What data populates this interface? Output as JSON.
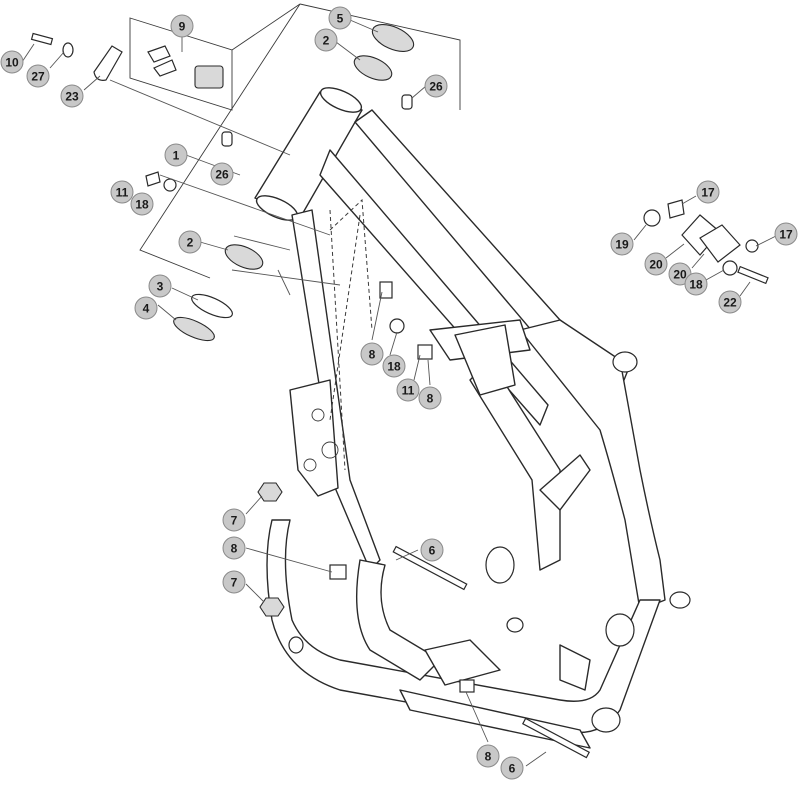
{
  "callouts": [
    {
      "id": "c9a",
      "label": "9"
    },
    {
      "id": "c5",
      "label": "5"
    },
    {
      "id": "c2a",
      "label": "2"
    },
    {
      "id": "c26a",
      "label": "26"
    },
    {
      "id": "c10",
      "label": "10"
    },
    {
      "id": "c27",
      "label": "27"
    },
    {
      "id": "c23",
      "label": "23"
    },
    {
      "id": "c1",
      "label": "1"
    },
    {
      "id": "c26b",
      "label": "26"
    },
    {
      "id": "c11a",
      "label": "11"
    },
    {
      "id": "c18a",
      "label": "18"
    },
    {
      "id": "c2b",
      "label": "2"
    },
    {
      "id": "c3",
      "label": "3"
    },
    {
      "id": "c4",
      "label": "4"
    },
    {
      "id": "c8a",
      "label": "8"
    },
    {
      "id": "c18b",
      "label": "18"
    },
    {
      "id": "c11b",
      "label": "11"
    },
    {
      "id": "c8b",
      "label": "8"
    },
    {
      "id": "c17a",
      "label": "17"
    },
    {
      "id": "c17b",
      "label": "17"
    },
    {
      "id": "c19",
      "label": "19"
    },
    {
      "id": "c20a",
      "label": "20"
    },
    {
      "id": "c20b",
      "label": "20"
    },
    {
      "id": "c18c",
      "label": "18"
    },
    {
      "id": "c22",
      "label": "22"
    },
    {
      "id": "c7a",
      "label": "7"
    },
    {
      "id": "c8c",
      "label": "8"
    },
    {
      "id": "c6a",
      "label": "6"
    },
    {
      "id": "c7b",
      "label": "7"
    },
    {
      "id": "c8d",
      "label": "8"
    },
    {
      "id": "c6b",
      "label": "6"
    }
  ]
}
